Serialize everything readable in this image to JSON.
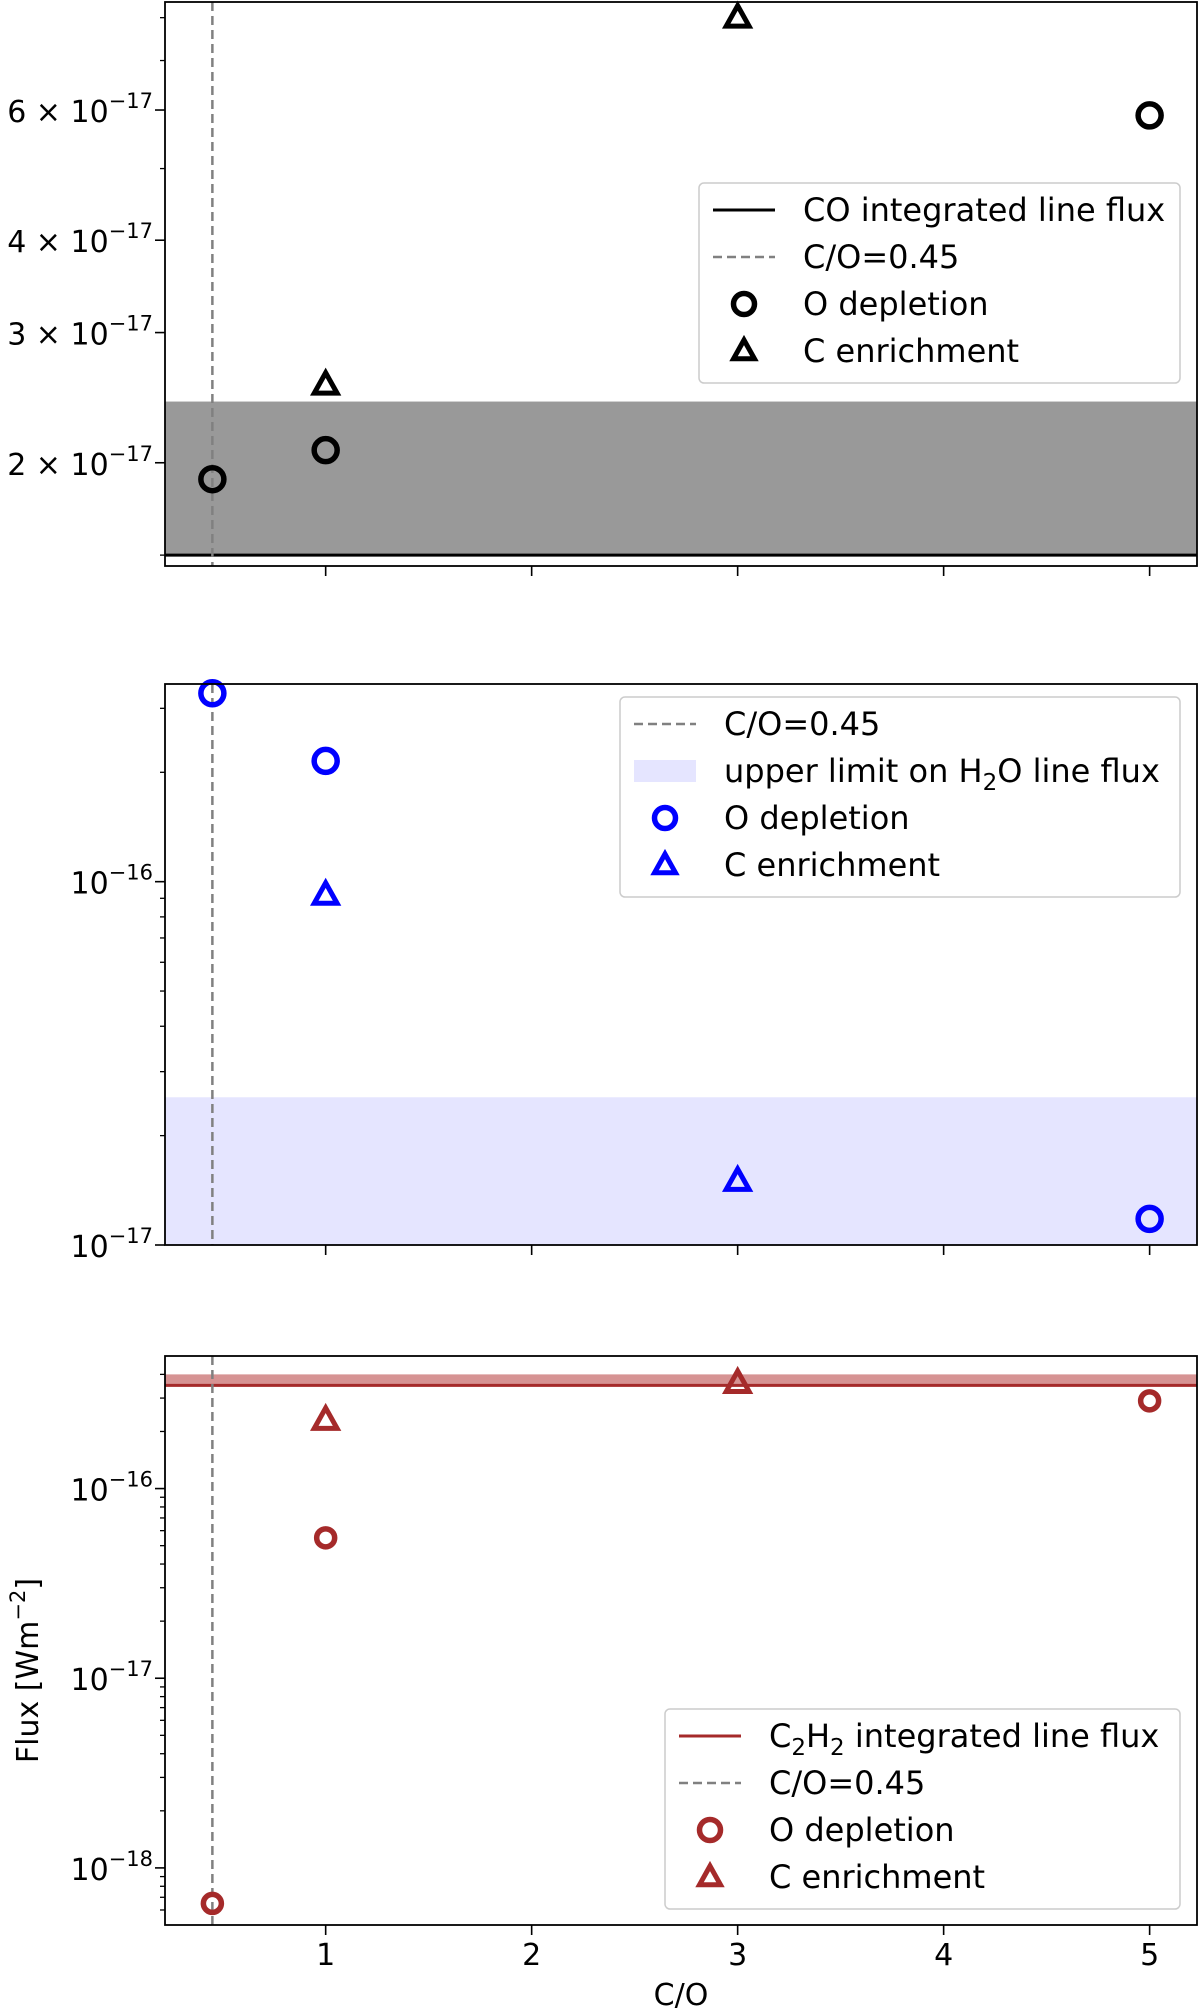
{
  "chart_data": [
    {
      "type": "scatter",
      "panel": "CO",
      "yscale": "log",
      "ylim": [
        1.45e-17,
        8.4e-17
      ],
      "xlim": [
        0.22,
        5.23
      ],
      "color": "#000000",
      "shade_color": "#999999",
      "yticks": [
        {
          "value": 6e-17,
          "mant": "6 × 10",
          "exp": "−17"
        },
        {
          "value": 4e-17,
          "mant": "4 × 10",
          "exp": "−17"
        },
        {
          "value": 3e-17,
          "mant": "3 × 10",
          "exp": "−17"
        },
        {
          "value": 2e-17,
          "mant": "2 × 10",
          "exp": "−17"
        }
      ],
      "minor_yticks": [
        1.5e-17,
        5e-17,
        7e-17,
        8e-17
      ],
      "hline": 1.5e-17,
      "band": [
        1.5e-17,
        2.42e-17
      ],
      "vline": 0.45,
      "series": [
        {
          "name": "O depletion",
          "marker": "circle",
          "x": [
            0.45,
            1,
            5
          ],
          "y": [
            1.9e-17,
            2.08e-17,
            5.9e-17
          ]
        },
        {
          "name": "C enrichment",
          "marker": "triangle",
          "x": [
            1,
            3
          ],
          "y": [
            2.55e-17,
            8e-17
          ]
        }
      ],
      "legend": {
        "position": "center-right",
        "entries": [
          {
            "kind": "line",
            "color": "#000000",
            "pre": "CO integrated line flux",
            "sub": "",
            "post": ""
          },
          {
            "kind": "dashed",
            "color": "#808080",
            "pre": "C/O=0.45",
            "sub": "",
            "post": ""
          },
          {
            "kind": "circle",
            "color": "#000000",
            "pre": "O depletion",
            "sub": "",
            "post": ""
          },
          {
            "kind": "triangle",
            "color": "#000000",
            "pre": "C enrichment",
            "sub": "",
            "post": ""
          }
        ]
      }
    },
    {
      "type": "scatter",
      "panel": "H2O",
      "yscale": "log",
      "ylim": [
        1e-17,
        3.5e-16
      ],
      "xlim": [
        0.22,
        5.23
      ],
      "color": "#0000ff",
      "shade_color": "#e5e5ff",
      "yticks": [
        {
          "value": 1e-16,
          "mant": "10",
          "exp": "−16"
        },
        {
          "value": 1e-17,
          "mant": "10",
          "exp": "−17"
        }
      ],
      "minor_yticks": [
        2e-17,
        3e-17,
        4e-17,
        5e-17,
        6e-17,
        7e-17,
        8e-17,
        9e-17,
        2e-16,
        3e-16
      ],
      "band": [
        1e-17,
        2.55e-17
      ],
      "vline": 0.45,
      "series": [
        {
          "name": "O depletion",
          "marker": "circle",
          "x": [
            0.45,
            1,
            5
          ],
          "y": [
            3.3e-16,
            2.15e-16,
            1.18e-17
          ]
        },
        {
          "name": "C enrichment",
          "marker": "triangle",
          "x": [
            1,
            3
          ],
          "y": [
            9.2e-17,
            1.5e-17
          ]
        }
      ],
      "legend": {
        "position": "upper-right",
        "entries": [
          {
            "kind": "dashed",
            "color": "#808080",
            "pre": "C/O=0.45",
            "sub": "",
            "post": ""
          },
          {
            "kind": "patch",
            "color": "#e5e5ff",
            "pre": "upper limit on H",
            "sub": "2",
            "post": "O line flux"
          },
          {
            "kind": "circle",
            "color": "#0000ff",
            "pre": "O depletion",
            "sub": "",
            "post": ""
          },
          {
            "kind": "triangle",
            "color": "#0000ff",
            "pre": "C enrichment",
            "sub": "",
            "post": ""
          }
        ]
      }
    },
    {
      "type": "scatter",
      "panel": "C2H2",
      "yscale": "log",
      "ylim": [
        5e-19,
        5e-16
      ],
      "xlim": [
        0.22,
        5.23
      ],
      "color": "#a52a2a",
      "shade_color": "#d69393",
      "xlabel": "C/O",
      "ylabel": "Flux [Wm",
      "ylabel_sup": "−2",
      "ylabel_post": "]",
      "xticks": [
        1,
        2,
        3,
        4,
        5
      ],
      "yticks": [
        {
          "value": 1e-16,
          "mant": "10",
          "exp": "−16"
        },
        {
          "value": 1e-17,
          "mant": "10",
          "exp": "−17"
        },
        {
          "value": 1e-18,
          "mant": "10",
          "exp": "−18"
        }
      ],
      "minor_yticks": [
        6e-19,
        7e-19,
        8e-19,
        9e-19,
        2e-18,
        3e-18,
        4e-18,
        5e-18,
        6e-18,
        7e-18,
        8e-18,
        9e-18,
        2e-17,
        3e-17,
        4e-17,
        5e-17,
        6e-17,
        7e-17,
        8e-17,
        9e-17,
        2e-16,
        3e-16,
        4e-16
      ],
      "hline": 3.5e-16,
      "band": [
        3.5e-16,
        4e-16
      ],
      "vline": 0.45,
      "series": [
        {
          "name": "O depletion",
          "marker": "circle",
          "x": [
            0.45,
            1,
            5
          ],
          "y": [
            6.5e-19,
            5.5e-17,
            2.9e-16
          ]
        },
        {
          "name": "C enrichment",
          "marker": "triangle",
          "x": [
            1,
            3
          ],
          "y": [
            2.3e-16,
            3.6e-16
          ]
        }
      ],
      "legend": {
        "position": "lower-right",
        "entries": [
          {
            "kind": "line",
            "color": "#a52a2a",
            "pre": "C",
            "sub": "2",
            "post": "H",
            "sub2": "2",
            "post2": " integrated line flux"
          },
          {
            "kind": "dashed",
            "color": "#808080",
            "pre": "C/O=0.45",
            "sub": "",
            "post": ""
          },
          {
            "kind": "circle",
            "color": "#a52a2a",
            "pre": "O depletion",
            "sub": "",
            "post": ""
          },
          {
            "kind": "triangle",
            "color": "#a52a2a",
            "pre": "C enrichment",
            "sub": "",
            "post": ""
          }
        ]
      }
    }
  ]
}
